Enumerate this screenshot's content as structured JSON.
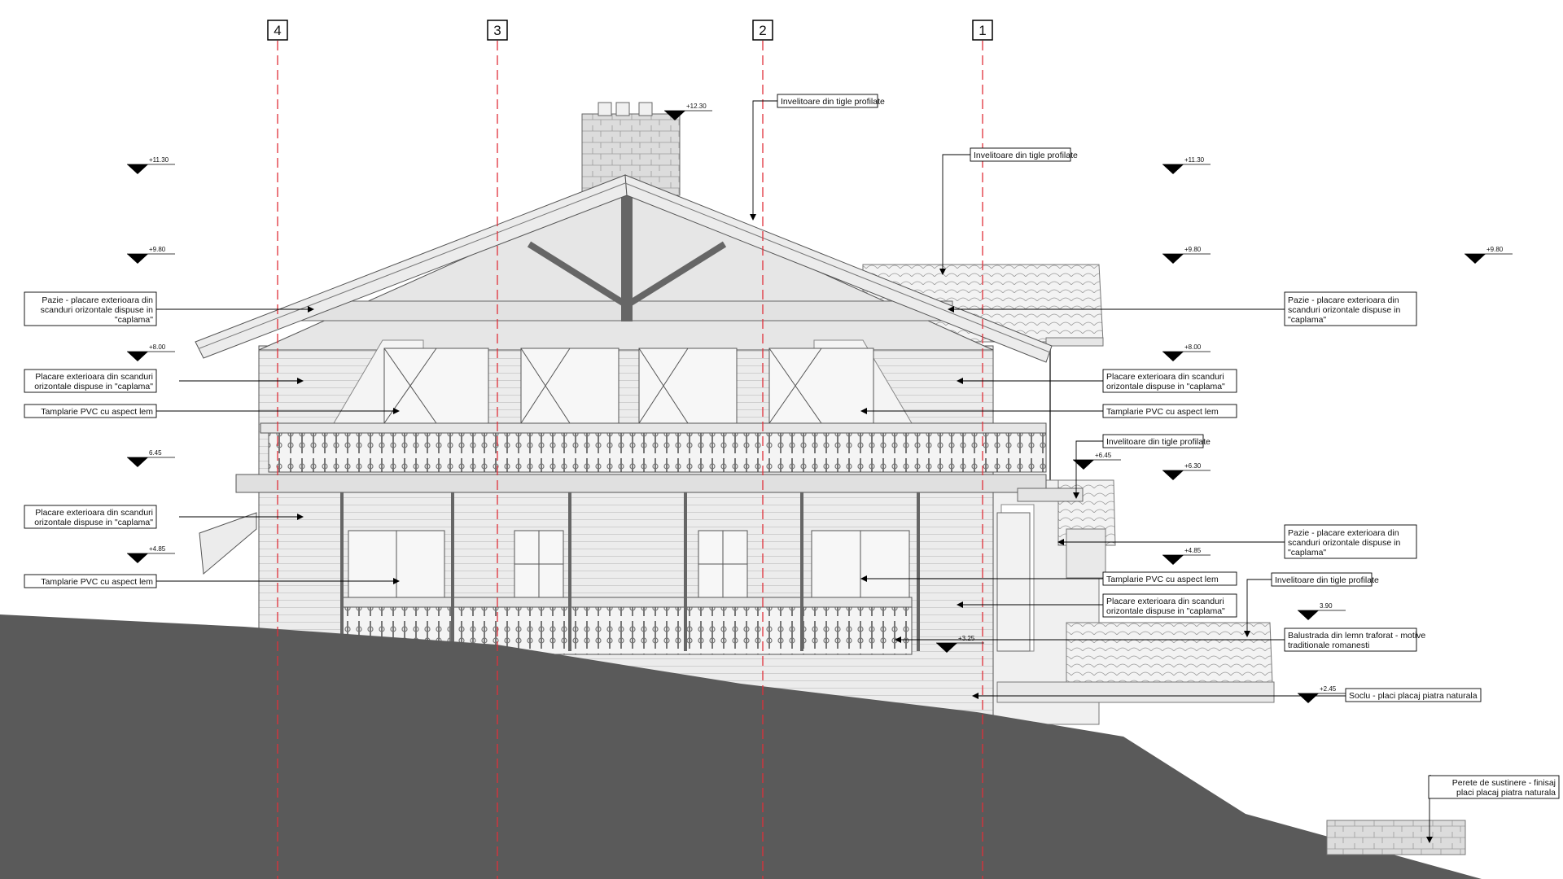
{
  "colors": {
    "grid_line": "#e0303a",
    "ground": "#5a5a5a",
    "facade": "#e8e8e8",
    "line": "#444444"
  },
  "grid_axes": [
    "4",
    "3",
    "2",
    "1"
  ],
  "levels": {
    "roof_top": "+12.30",
    "ridge": "+11.30",
    "eave": "+9.80",
    "upper_floor": "+8.00",
    "first_floor_l": "6.45",
    "first_floor_r": "+6.45",
    "side_roof": "+6.30",
    "ground_floor": "+4.85",
    "terrace_roof": "3.90",
    "entry": "+3.25",
    "plinth": "+2.45"
  },
  "labels": {
    "roof_tiles": "Invelitoare din tigle profilate",
    "fascia": [
      "Pazie - placare exterioara din",
      "scanduri orizontale dispuse in",
      "\"caplama\""
    ],
    "cladding": [
      "Placare exterioara din scanduri",
      "orizontale dispuse in \"caplama\""
    ],
    "windows": "Tamplarie PVC  cu aspect lem",
    "balustrade": [
      "Balustrada din lemn traforat - motive",
      "traditionale romanesti"
    ],
    "plinth": "Soclu - placi placaj piatra naturala",
    "retaining_wall": [
      "Perete de sustinere - finisaj",
      "placi placaj piatra naturala"
    ]
  }
}
